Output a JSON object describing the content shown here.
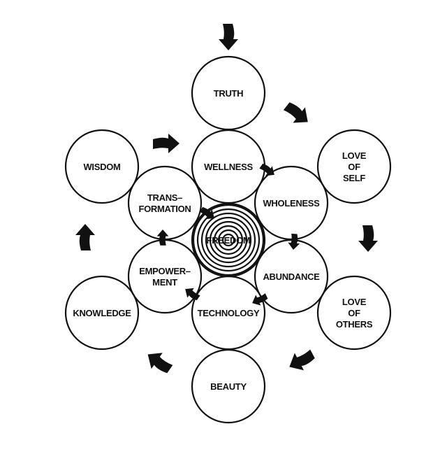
{
  "nodes": [
    {
      "id": "truth",
      "lines": [
        "TRUTH"
      ]
    },
    {
      "id": "wisdom",
      "lines": [
        "WISDOM"
      ]
    },
    {
      "id": "wellness",
      "lines": [
        "WELLNESS"
      ]
    },
    {
      "id": "love-of-self",
      "lines": [
        "LOVE",
        "OF",
        "SELF"
      ]
    },
    {
      "id": "transformation",
      "lines": [
        "TRANS–",
        "FORMATION"
      ]
    },
    {
      "id": "wholeness",
      "lines": [
        "WHOLENESS"
      ]
    },
    {
      "id": "freedom",
      "lines": [
        "FREEDOM"
      ]
    },
    {
      "id": "empowerment",
      "lines": [
        "EMPOWER–",
        "MENT"
      ]
    },
    {
      "id": "abundance",
      "lines": [
        "ABUNDANCE"
      ]
    },
    {
      "id": "knowledge",
      "lines": [
        "KNOWLEDGE"
      ]
    },
    {
      "id": "technology",
      "lines": [
        "TECHNOLOGY"
      ]
    },
    {
      "id": "love-of-others",
      "lines": [
        "LOVE",
        "OF",
        "OTHERS"
      ]
    },
    {
      "id": "beauty",
      "lines": [
        "BEAUTY"
      ]
    }
  ],
  "colors": {
    "stroke": "#111111",
    "rings": "#999999"
  }
}
